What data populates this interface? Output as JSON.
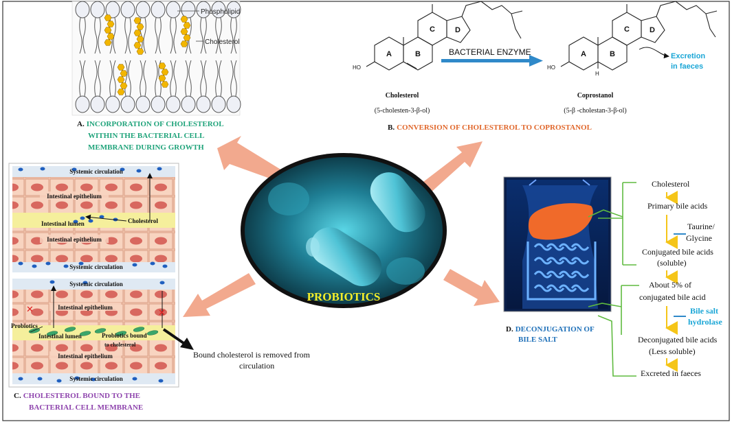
{
  "center": {
    "label": "PROBIOTICS"
  },
  "panel_a": {
    "letter": "A.",
    "caption_lines": [
      "INCORPORATION OF CHOLESTEROL",
      "WITHIN THE BACTERIAL CELL",
      "MEMBRANE DURING GROWTH"
    ],
    "labels": {
      "phospholipid": "Phospholipid",
      "cholesterol": "Cholesterol"
    }
  },
  "panel_b": {
    "letter": "B.",
    "caption": "CONVERSION OF CHOLESTEROL TO COPROSTANOL",
    "enzyme_label": "BACTERIAL ENZYME",
    "rings": [
      "A",
      "B",
      "C",
      "D"
    ],
    "ho": "HO",
    "h": "H",
    "cholesterol_name": "Cholesterol",
    "cholesterol_iupac": "(5-cholesten-3-β-ol)",
    "coprostanol_name": "Coprostanol",
    "coprostanol_iupac": "(5-β -cholestan-3-β-ol)",
    "excretion_lines": [
      "Excretion",
      "in faeces"
    ]
  },
  "panel_c": {
    "letter": "C.",
    "caption_lines": [
      "CHOLESTEROL BOUND TO THE",
      "BACTERIAL CELL MEMBRANE"
    ],
    "top": {
      "systemic_top": "Systemic circulation",
      "epithelium_top": "Intestinal epithelium",
      "lumen": "Intestinal lumen",
      "cholesterol": "Cholesterol",
      "epithelium_bottom": "Intestinal epithelium",
      "systemic_bottom": "Systemic circulation"
    },
    "bottom": {
      "systemic_top": "Systemic circulation",
      "epithelium_top": "Intestinal epithelium",
      "probiotics": "Probiotics",
      "lumen": "Intestinal lumen",
      "bound_lines": [
        "Probiotics bound",
        "to cholesterol"
      ],
      "epithelium_bottom": "Intestinal epithelium",
      "systemic_bottom": "Systemic circulation"
    },
    "removed_lines": [
      "Bound cholesterol is removed from",
      "circulation"
    ]
  },
  "panel_d": {
    "letter": "D.",
    "caption_lines": [
      "DECONJUGATION OF",
      "BILE SALT"
    ],
    "steps": {
      "cholesterol": "Cholesterol",
      "primary": "Primary bile acids",
      "taurine_lines": [
        "Taurine/",
        "Glycine"
      ],
      "conjugated_lines": [
        "Conjugated bile acids",
        "(soluble)"
      ],
      "about_lines": [
        "About 5% of",
        "conjugated bile acid"
      ],
      "hydrolase_lines": [
        "Bile salt",
        "hydrolase"
      ],
      "deconjugated_lines": [
        "Deconjugated bile acids",
        "(Less soluble)"
      ],
      "excreted": "Excreted in faeces"
    }
  },
  "colors": {
    "green_caption": "#1fa37a",
    "orange_caption": "#e0662a",
    "purple_caption": "#8e44ad",
    "blue_caption": "#1d6fb8",
    "cyan_text": "#1aa6d6",
    "big_arrow": "#f2a98e",
    "flow_arrow": "#f5c518",
    "bracket": "#5fba3f",
    "enzyme_arrow": "#2f89c9",
    "probiotics_label": "#f2ee2a"
  }
}
